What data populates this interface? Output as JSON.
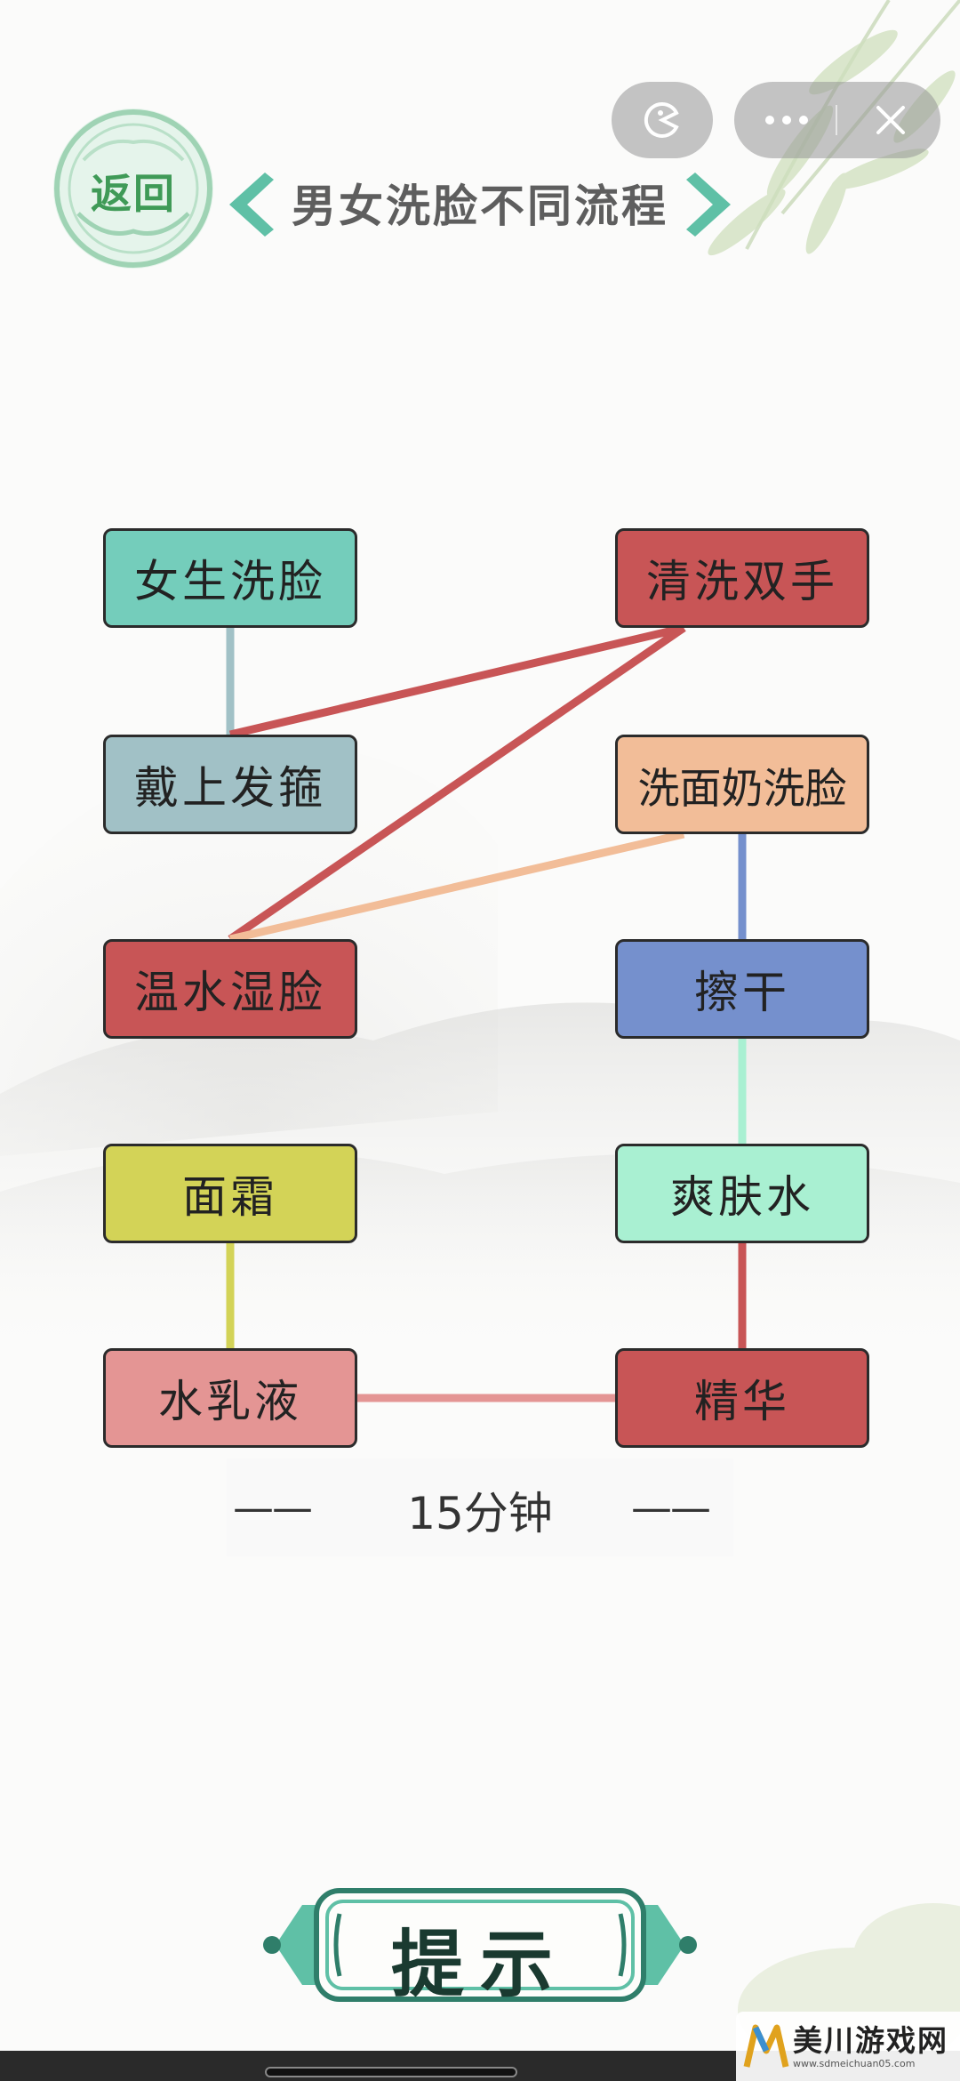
{
  "capsule": {
    "more_icon": "more-dots-icon",
    "close_icon": "close-icon",
    "game_icon": "pacman-icon"
  },
  "header": {
    "back_label": "返回",
    "title": "男女洗脸不同流程"
  },
  "steps": [
    {
      "id": "s1",
      "label": "女生洗脸",
      "color": "#74cdbb"
    },
    {
      "id": "s2",
      "label": "戴上发箍",
      "color": "#a1c1c6"
    },
    {
      "id": "s3",
      "label": "温水湿脸",
      "color": "#c85556"
    },
    {
      "id": "s4",
      "label": "面霜",
      "color": "#d3d357"
    },
    {
      "id": "s5",
      "label": "水乳液",
      "color": "#e49594"
    },
    {
      "id": "s6",
      "label": "清洗双手",
      "color": "#c85556"
    },
    {
      "id": "s7",
      "label": "洗面奶洗脸",
      "color": "#f2bd98"
    },
    {
      "id": "s8",
      "label": "擦干",
      "color": "#7590cd"
    },
    {
      "id": "s9",
      "label": "爽肤水",
      "color": "#a9f0d2"
    },
    {
      "id": "s10",
      "label": "精华",
      "color": "#c85556"
    }
  ],
  "connections": [
    {
      "from": "s1",
      "to": "s2",
      "color": "#a1c1c6"
    },
    {
      "from": "s2",
      "to": "s6",
      "color": "#c85556"
    },
    {
      "from": "s6",
      "to": "s3",
      "color": "#c85556"
    },
    {
      "from": "s3",
      "to": "s7",
      "color": "#f2bd98"
    },
    {
      "from": "s7",
      "to": "s8",
      "color": "#7590cd"
    },
    {
      "from": "s8",
      "to": "s9",
      "color": "#a9f0d2"
    },
    {
      "from": "s9",
      "to": "s10",
      "color": "#c85556"
    },
    {
      "from": "s10",
      "to": "s5",
      "color": "#e49594"
    },
    {
      "from": "s4",
      "to": "s5",
      "color": "#d3d357"
    }
  ],
  "timer": {
    "text": "15分钟",
    "dash_left": "——",
    "dash_right": "——"
  },
  "hint": {
    "label": "提示"
  },
  "watermark": {
    "title": "美川游戏网",
    "url": "www.sdmeichuan05.com"
  }
}
